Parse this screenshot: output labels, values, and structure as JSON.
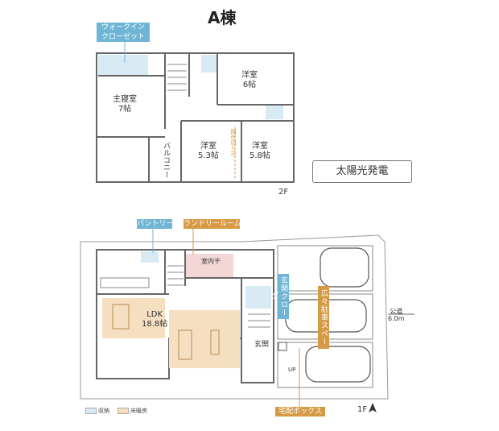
{
  "title": "A棟",
  "floor2": {
    "label": "2F",
    "callout_walkin": "ウォークイン\nクローゼット",
    "rooms": {
      "master": "主寝室\n7帖",
      "west6": "洋室\n6帖",
      "west53": "洋室\n5.3帖",
      "west58": "洋室\n5.8帖",
      "balcony": "バルコニー",
      "partition": "間仕切り可"
    },
    "solar": "太陽光発電"
  },
  "floor1": {
    "label": "1F",
    "callout_pantry": "パントリー",
    "callout_laundry": "ランドリールーム",
    "callout_cloak": "玄関クローク",
    "callout_parking": "広々駐車スペース",
    "callout_delivery": "宅配ボックス",
    "rooms": {
      "ldk": "LDK\n18.8帖",
      "drying": "室内干",
      "entrance": "玄関",
      "up": "UP"
    },
    "road": "公道\n6.0m"
  },
  "legend": {
    "storage": "収納",
    "floor_heating": "床暖房"
  },
  "colors": {
    "blue_tag": "#6fb6d6",
    "orange_tag": "#d79a44",
    "storage_fill": "#d8ebf4",
    "heating_fill": "#f6dfc1",
    "laundry_fill": "#f3d6d6"
  }
}
